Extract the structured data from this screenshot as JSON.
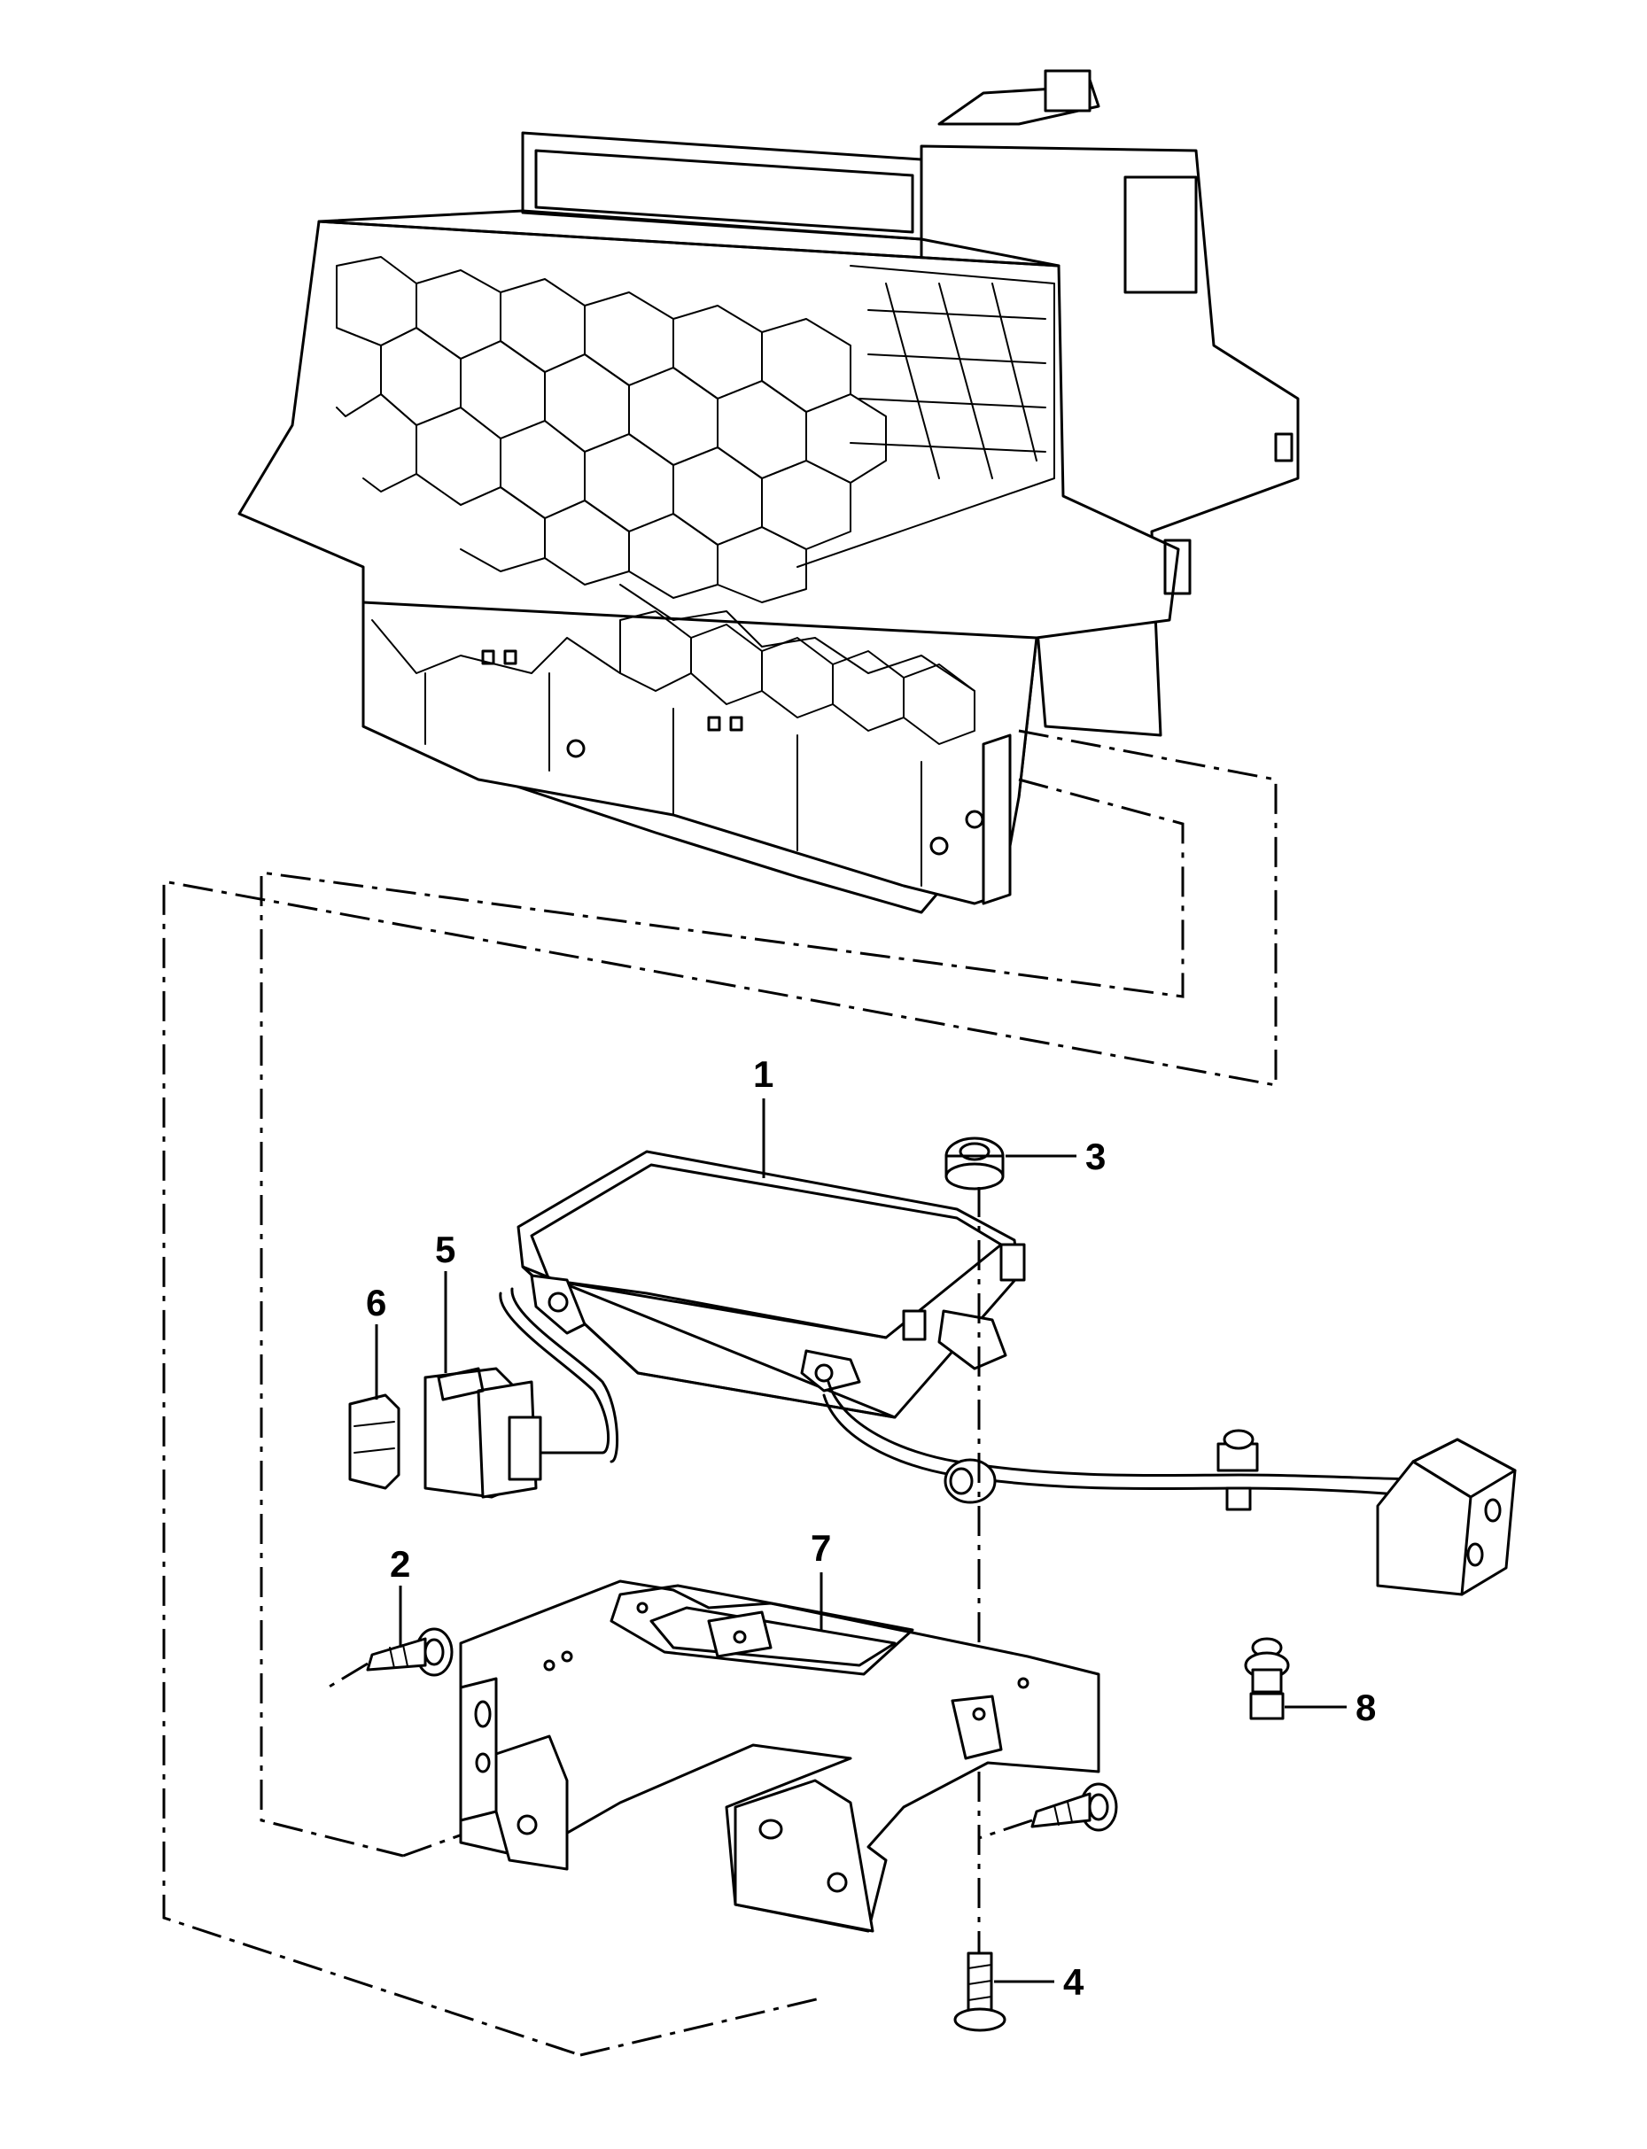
{
  "callouts": {
    "c1": "1",
    "c2": "2",
    "c3": "3",
    "c4": "4",
    "c5": "5",
    "c6": "6",
    "c7": "7",
    "c8": "8"
  },
  "colors": {
    "stroke": "#000000",
    "background": "#ffffff"
  }
}
